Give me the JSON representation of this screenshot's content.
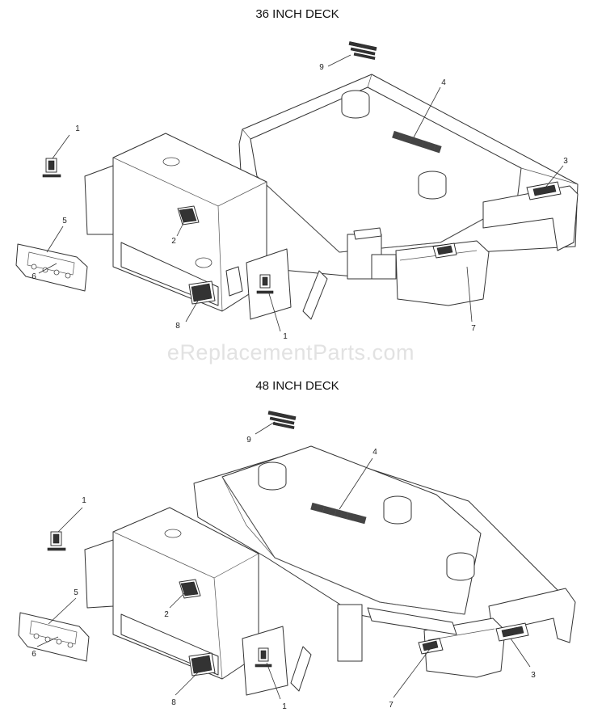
{
  "page": {
    "watermark": "eReplacementParts.com",
    "background": "#ffffff",
    "line_color": "#333333"
  },
  "diagrams": [
    {
      "title": "36 INCH DECK",
      "callouts": [
        "1",
        "2",
        "3",
        "4",
        "5",
        "6",
        "7",
        "8",
        "1",
        "9"
      ]
    },
    {
      "title": "48 INCH DECK",
      "callouts": [
        "1",
        "2",
        "3",
        "4",
        "5",
        "6",
        "7",
        "8",
        "1",
        "9"
      ]
    }
  ]
}
